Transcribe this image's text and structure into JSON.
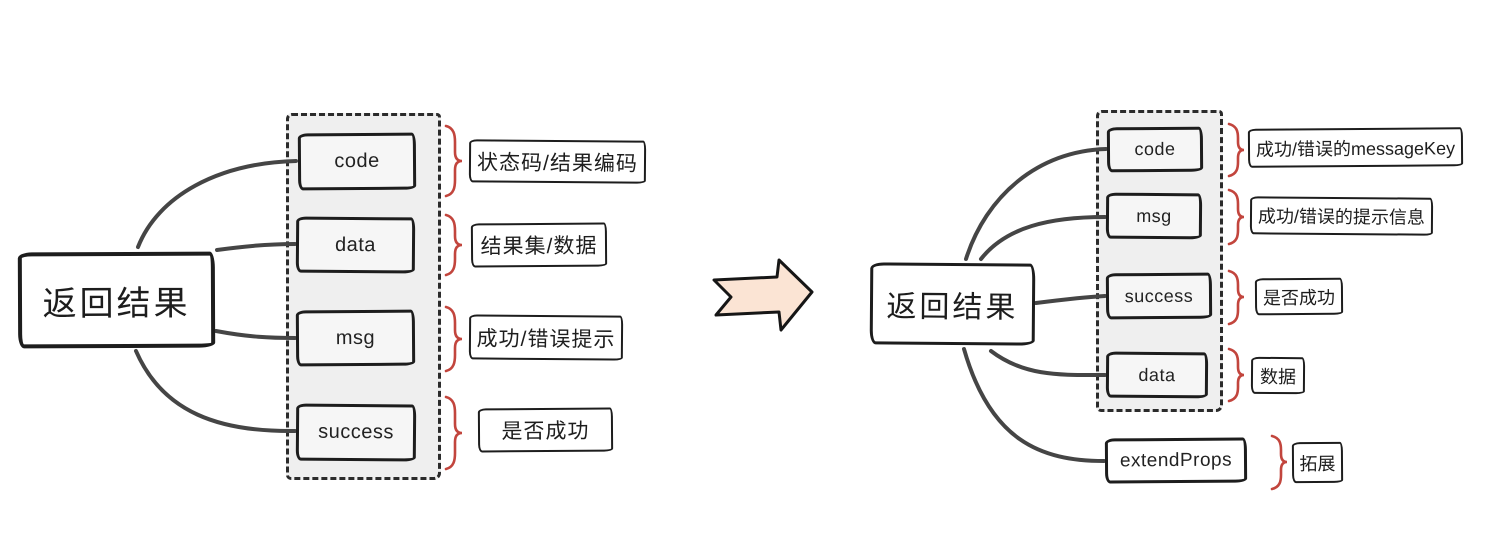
{
  "colors": {
    "background": "#ffffff",
    "arrow_fill": "#fbe4d4",
    "brace": "#c2453d",
    "line": "#454545",
    "container_fill": "#efefef",
    "box_border": "#1d1d1d"
  },
  "left_diagram": {
    "root_label": "返回结果",
    "nodes": [
      {
        "label": "code",
        "annotation": "状态码/结果编码"
      },
      {
        "label": "data",
        "annotation": "结果集/数据"
      },
      {
        "label": "msg",
        "annotation": "成功/错误提示"
      },
      {
        "label": "success",
        "annotation": "是否成功"
      }
    ]
  },
  "right_diagram": {
    "root_label": "返回结果",
    "nodes": [
      {
        "label": "code",
        "annotation": "成功/错误的messageKey"
      },
      {
        "label": "msg",
        "annotation": "成功/错误的提示信息"
      },
      {
        "label": "success",
        "annotation": "是否成功"
      },
      {
        "label": "data",
        "annotation": "数据"
      },
      {
        "label": "extendProps",
        "annotation": "拓展"
      }
    ]
  }
}
